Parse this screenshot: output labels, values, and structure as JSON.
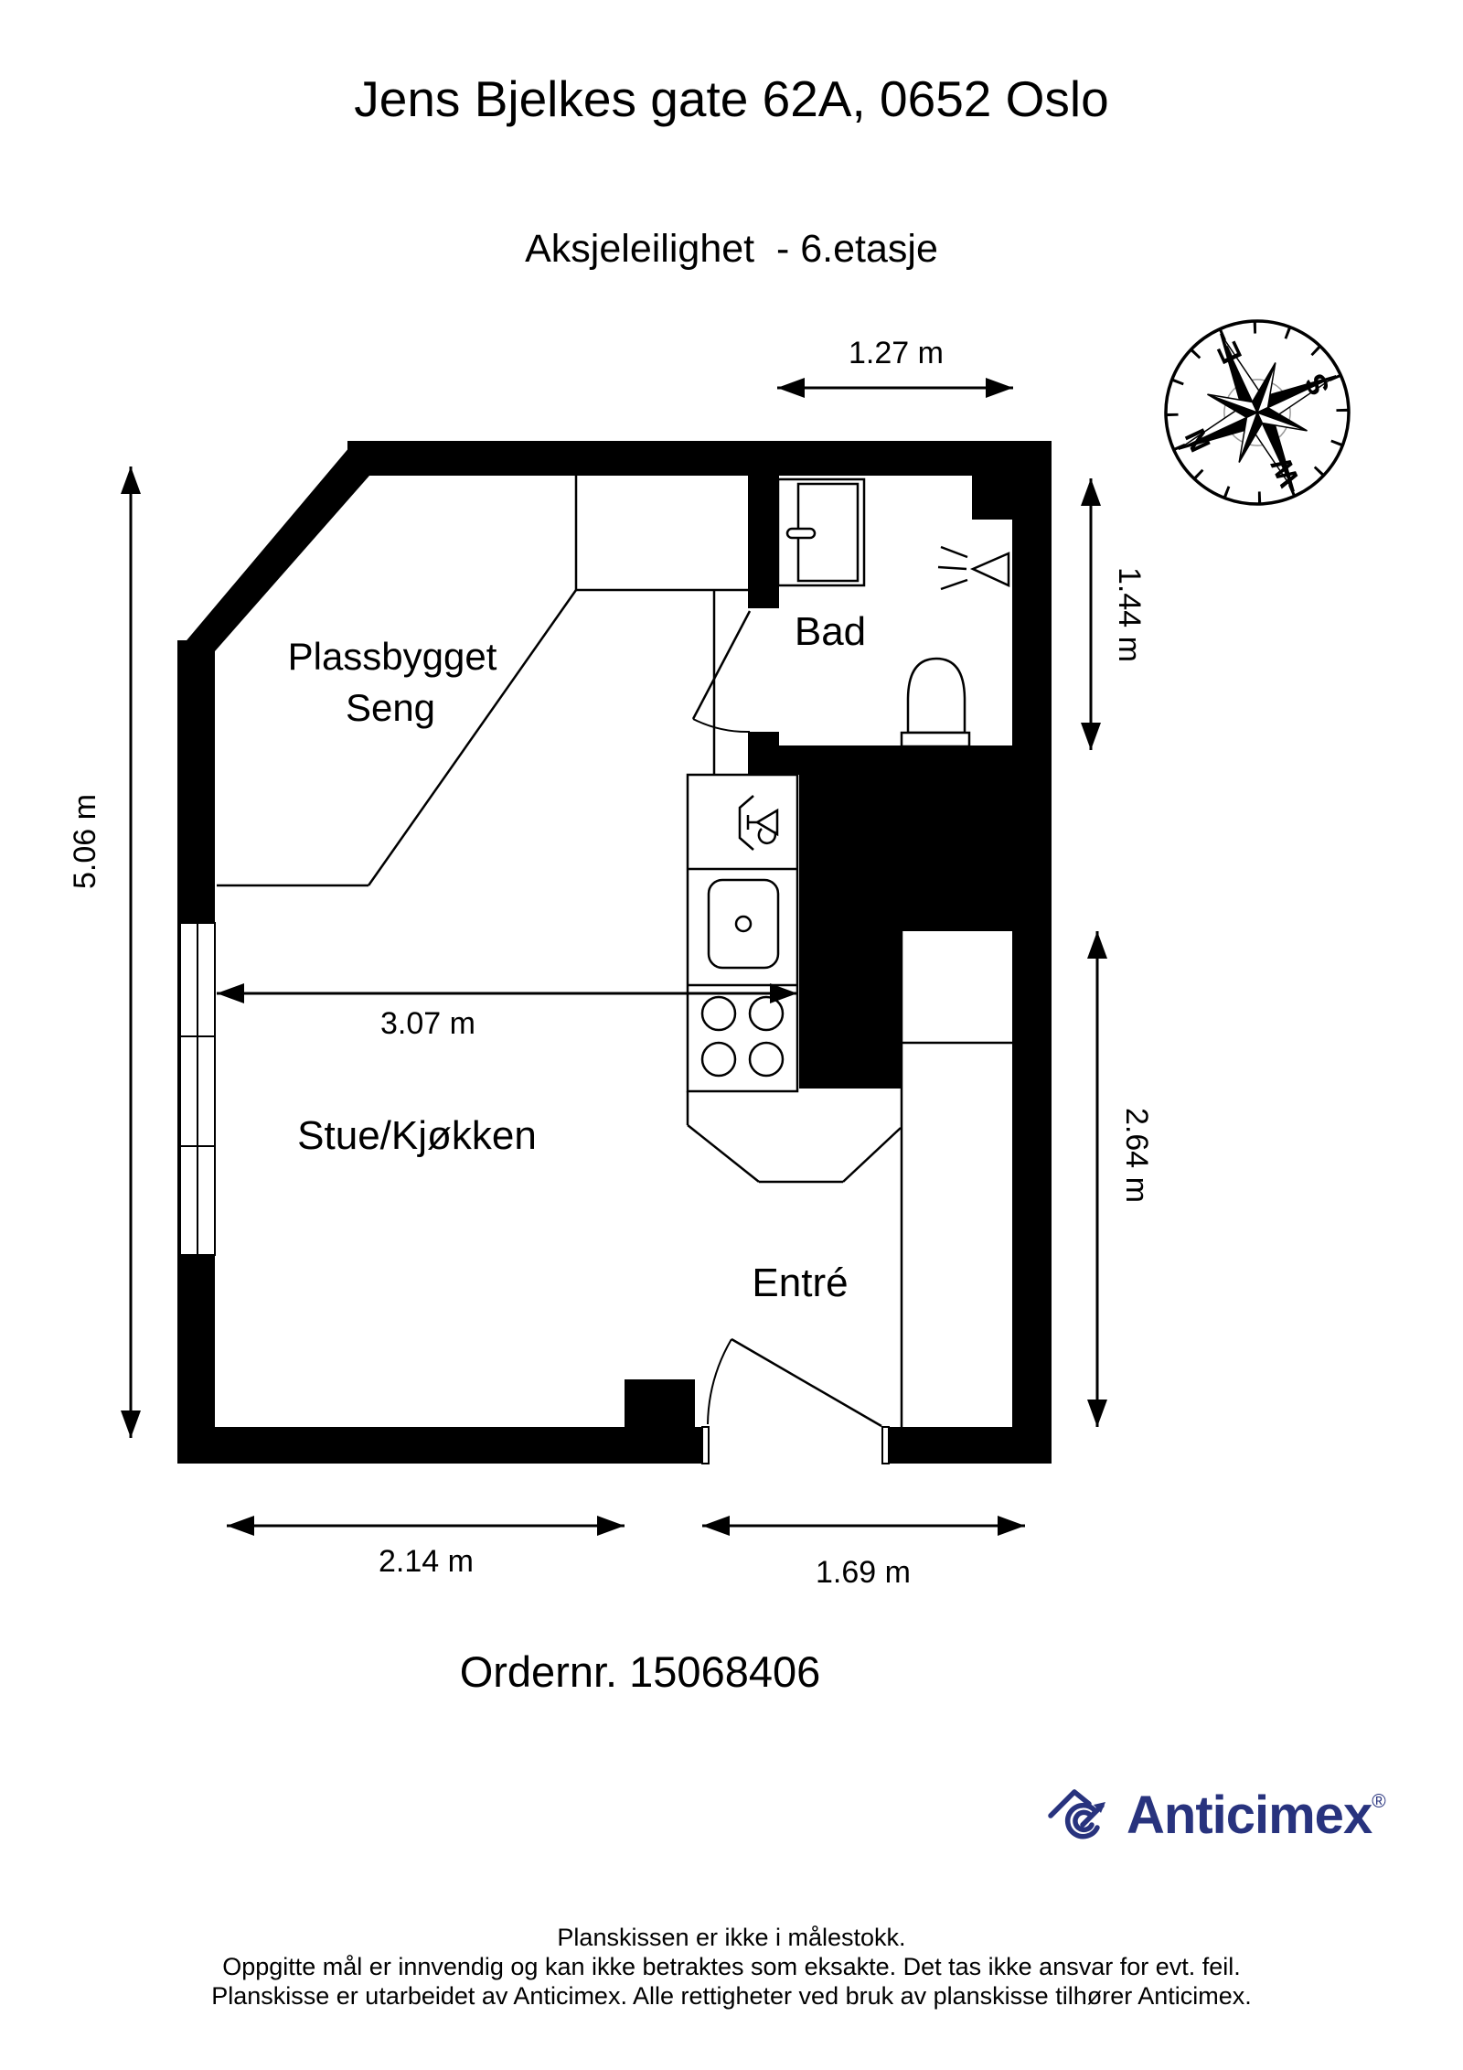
{
  "header": {
    "title": "Jens Bjelkes gate 62A, 0652 Oslo",
    "subtitle": "Aksjeleilighet  - 6.etasje"
  },
  "plan": {
    "rooms": {
      "bed_label_line1": "Plassbygget",
      "bed_label_line2": "Seng",
      "bathroom_label": "Bad",
      "living_kitchen_label": "Stue/Kjøkken",
      "entrance_label": "Entré"
    },
    "dimensions": {
      "bathroom_width": "1.27 m",
      "bathroom_height": "1.44 m",
      "left_height": "5.06 m",
      "living_width": "3.07 m",
      "entrance_height": "2.64 m",
      "bottom_left_width": "2.14 m",
      "bottom_right_width": "1.69 m"
    },
    "compass": {
      "north": "N",
      "east": "E",
      "south": "S",
      "west": "W"
    },
    "order_number_label": "Ordernr. 15068406"
  },
  "branding": {
    "name": "Anticimex",
    "registered": "®",
    "color": "#28337e"
  },
  "footer": {
    "line1": "Planskissen er ikke i målestokk.",
    "line2": "Oppgitte mål er innvendig og kan ikke betraktes som eksakte. Det tas ikke ansvar for evt. feil.",
    "line3": "Planskisse er utarbeidet av Anticimex. Alle rettigheter ved bruk av planskisse tilhører Anticimex."
  }
}
